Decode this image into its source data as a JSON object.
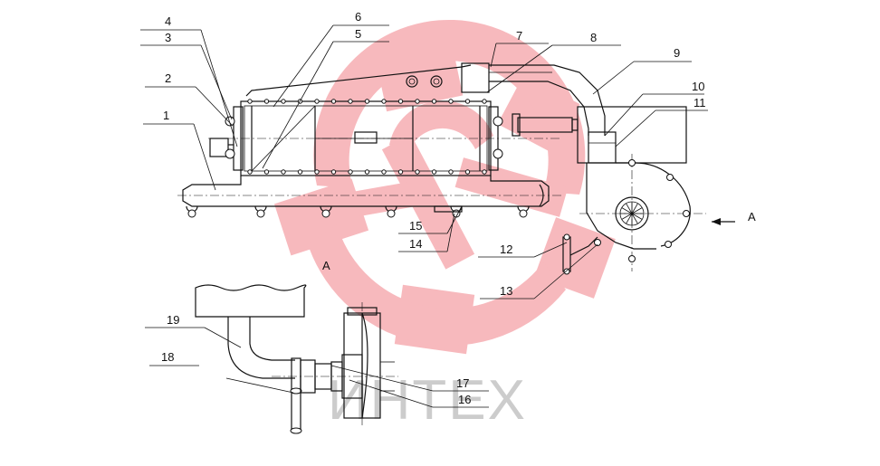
{
  "drawing": {
    "callouts": [
      "1",
      "2",
      "3",
      "4",
      "5",
      "6",
      "7",
      "8",
      "9",
      "10",
      "11",
      "12",
      "13",
      "14",
      "15",
      "16",
      "17",
      "18",
      "19"
    ],
    "view_marks": {
      "section_a": "A",
      "arrow_a": "A"
    }
  },
  "watermark": {
    "text": "ИНТЕХ",
    "logo_color": "#f7b3b8",
    "text_color": "#c8c8c8"
  }
}
